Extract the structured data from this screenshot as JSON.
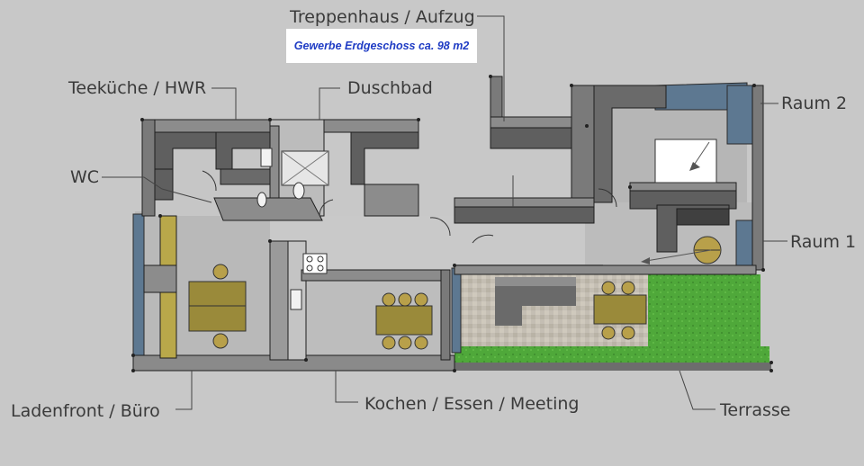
{
  "title": "Gewerbe Erdgeschoss ca. 98 m2",
  "labels": {
    "treppenhaus": "Treppenhaus / Aufzug",
    "teekueche": "Teeküche / HWR",
    "duschbad": "Duschbad",
    "wc": "WC",
    "raum2": "Raum  2",
    "raum1": "Raum 1",
    "ladenfront": "Ladenfront / Büro",
    "kochen": "Kochen / Essen / Meeting",
    "terrasse": "Terrasse"
  },
  "colors": {
    "background": "#c8c8c8",
    "wall_top": "#8c8c8c",
    "wall_side": "#5f5f5f",
    "floor": "#bdbdbd",
    "window_glass": "#5d7891",
    "table": "#9a8a3a",
    "lawn": "#4fa83a",
    "terrace_paving": "#c4beb3",
    "title_text": "#1f3cc4"
  }
}
